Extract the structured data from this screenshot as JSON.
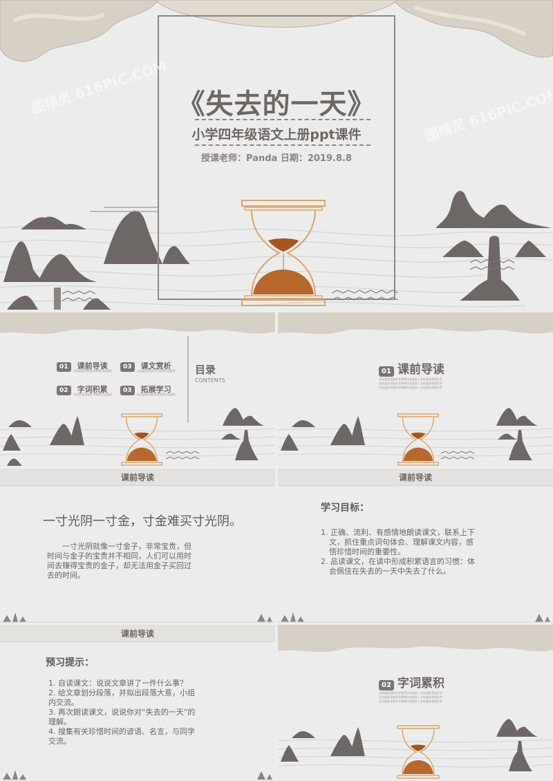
{
  "hero": {
    "title": "《失去的一天》",
    "subtitle": "小学四年级语文上册ppt课件",
    "teacher": "授课老师：Panda  日期：2019.8.8",
    "watermarks": [
      "图精灵 616PIC.COM",
      "图精灵 616PIC.COM"
    ]
  },
  "toc": {
    "title": "目录",
    "subtitle": "CONTENTS",
    "items": [
      {
        "num": "01",
        "label": "课前导读",
        "desc": "点击此处添加文字说明点击此处"
      },
      {
        "num": "03",
        "label": "课文赏析",
        "desc": "点击此处添加文字说明点击此处"
      },
      {
        "num": "02",
        "label": "字词积累",
        "desc": "点击此处添加文字说明点击此处"
      },
      {
        "num": "03",
        "label": "拓展学习",
        "desc": "点击此处添加文字说明点击此处"
      }
    ]
  },
  "section1": {
    "num": "01",
    "title": "课前导读",
    "desc_lines": [
      "点击此处添加文字说明点击此处  |  点击此处添加文字",
      "点击此处添加文字说明点击此处  |  点击此处添加文字",
      "点击此处添加文字说明点击此处  |  点击此处添加文字"
    ]
  },
  "slide4": {
    "header": "课前导读",
    "quote": "一寸光阴一寸金，寸金难买寸光阴。",
    "para_lines": [
      "一寸光阴就像一寸金子，非常宝贵，但",
      "时间与金子的宝贵并不相同，人们可以用时",
      "间去赚得宝贵的金子，却无法用金子买回过",
      "去的时间。"
    ]
  },
  "slide5": {
    "header": "课前导读",
    "heading": "学习目标：",
    "items": [
      [
        "1. 正确、流利、有感情地朗读课文，联系上下",
        "文，抓住重点词句体会、理解课文内容，感",
        "悟珍惜时间的重要性。"
      ],
      [
        "2. 品读课文，在读中形成积累语言的习惯：体",
        "会佩佳在失去的一天中失去了什么。"
      ]
    ]
  },
  "slide6": {
    "header": "课前导读",
    "heading": "预习提示：",
    "lines": [
      "1. 自读课文：说说文章讲了一件什么事？",
      "2. 给文章划分段落，并拟出段落大意，小组",
      "内交流。",
      "3. 再次朗读课文，说说你对“失去的一天”的",
      "理解。",
      "4. 搜集有关珍惜时间的谚语、名言，与同学",
      "交流。"
    ]
  },
  "section2": {
    "num": "02",
    "title": "字词累积",
    "desc_lines": [
      "点击此处添加文字说明点击此处  |  点击此处添加文字",
      "点击此处添加文字说明点击此处  |  点击此处添加文字",
      "点击此处添加文字说明点击此处  |  点击此处添加文字"
    ]
  },
  "colors": {
    "accent": "#6f6764",
    "frame": "#8f8583",
    "sand": "#a8541c",
    "gold": "#d8a66a",
    "background": "#ececec"
  },
  "icons": [
    "hourglass-icon",
    "mountain-icon",
    "cloud-ornament-icon",
    "wave-lines-icon"
  ]
}
